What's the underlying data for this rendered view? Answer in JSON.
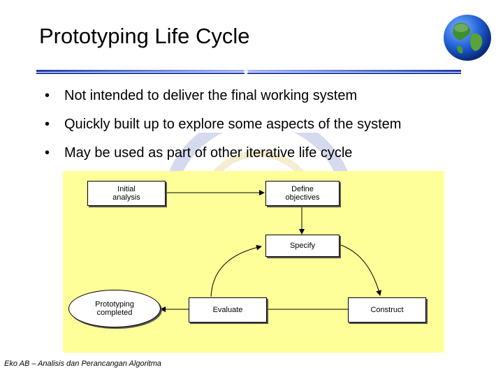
{
  "slide": {
    "title": "Prototyping Life Cycle",
    "bullets": [
      "Not intended to deliver the final working system",
      "Quickly built up to explore some aspects of the system",
      "May be used as part of other iterative life cycle"
    ],
    "footer": "Eko AB – Analisis dan Perancangan Algoritma"
  },
  "diagram": {
    "background": "#ffff99",
    "nodes": {
      "initial_analysis": "Initial\nanalysis",
      "define_objectives": "Define\nobjectives",
      "specify": "Specify",
      "construct": "Construct",
      "evaluate": "Evaluate",
      "prototyping_completed": "Prototyping\ncompleted"
    }
  },
  "icons": {
    "globe": "globe-icon",
    "watermark": "university-seal-watermark"
  }
}
